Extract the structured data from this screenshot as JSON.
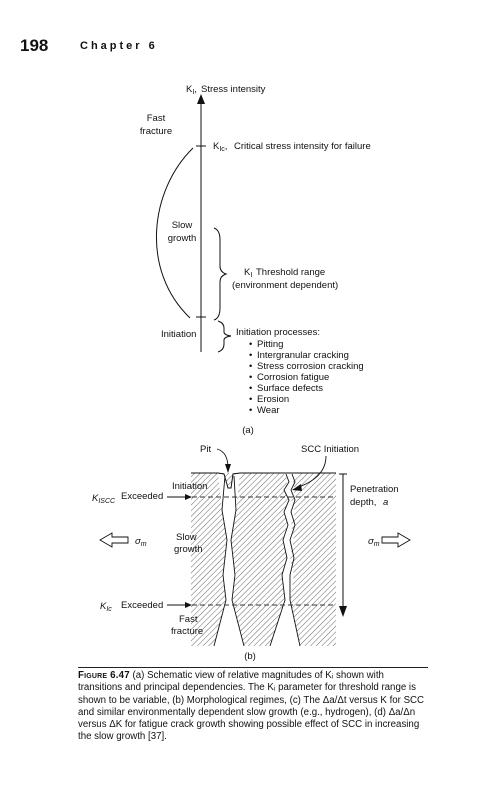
{
  "header": {
    "page_number": "198",
    "chapter": "Chapter 6"
  },
  "diagram_a": {
    "axis_title": "Stress intensity",
    "fast_fracture": [
      "Fast",
      "fracture"
    ],
    "kic_label": "Critical stress intensity for failure",
    "slow_growth": [
      "Slow",
      "growth"
    ],
    "threshold": [
      "Threshold range",
      "(environment dependent)"
    ],
    "initiation": "Initiation",
    "processes_title": "Initiation processes:",
    "processes": [
      "Pitting",
      "Intergranular cracking",
      "Stress corrosion cracking",
      "Corrosion fatigue",
      "Surface defects",
      "Erosion",
      "Wear"
    ],
    "sublabel": "(a)"
  },
  "diagram_b": {
    "pit": "Pit",
    "scc_initiation": "SCC Initiation",
    "initiation": "Initiation",
    "kiscc_exceeded": "Exceeded",
    "penetration": [
      "Penetration",
      "depth,"
    ],
    "penetration_var": "a",
    "sigma": "σ",
    "sigma_sub": "m",
    "slow_growth": [
      "Slow",
      "growth"
    ],
    "kic_exceeded": "Exceeded",
    "fast_fracture": [
      "Fast",
      "fracture"
    ],
    "sublabel": "(b)"
  },
  "caption": {
    "figure_label": "Figure 6.47",
    "text": "(a) Schematic view of relative magnitudes of Kᵢ shown with transitions and principal dependencies. The Kᵢ parameter for threshold range is shown to be variable, (b) Morphological regimes, (c) The Δa/Δt versus K for SCC and similar environmentally dependent slow growth (e.g., hydrogen), (d) Δa/Δn versus ΔK for fatigue crack growth showing possible effect of SCC in increasing the slow growth [37]."
  }
}
